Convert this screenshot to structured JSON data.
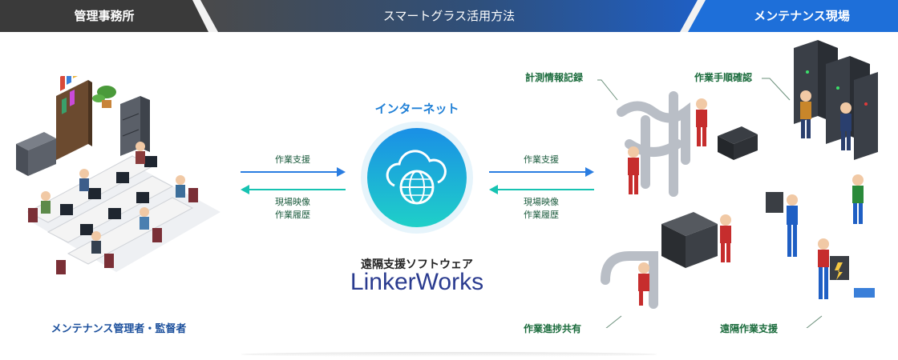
{
  "banner": {
    "left": "管理事務所",
    "center": "スマートグラス活用方法",
    "right": "メンテナンス現場"
  },
  "office": {
    "caption": "メンテナンス管理者・監督者"
  },
  "hub": {
    "title": "インターネット",
    "subtitle": "遠隔支援ソフトウェア",
    "product": "LinkerWorks"
  },
  "links": {
    "left_out": "作業支援",
    "left_in_1": "現場映像",
    "left_in_2": "作業履歴",
    "right_out": "作業支援",
    "right_in_1": "現場映像",
    "right_in_2": "作業履歴"
  },
  "field": {
    "label_measure": "計測情報記録",
    "label_procedure": "作業手順確認",
    "label_progress": "作業進捗共有",
    "label_remote": "遠隔作業支援"
  },
  "colors": {
    "banner_dark": "#3c3c3c",
    "banner_blue": "#1e6fd9",
    "arrow_blue": "#2a7de1",
    "arrow_cyan": "#17c3b2",
    "hub_blue": "#1aa0e8"
  }
}
